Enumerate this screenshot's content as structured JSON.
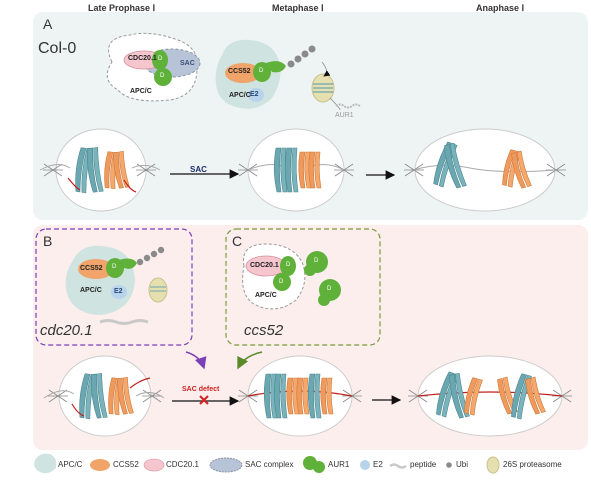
{
  "phases": [
    "Late Prophase Ⅰ",
    "Metaphase Ⅰ",
    "Anaphase Ⅰ"
  ],
  "panels": {
    "A": {
      "letter": "A",
      "genotype": "Col-0"
    },
    "B": {
      "letter": "B",
      "genotype": "cdc20.1"
    },
    "C": {
      "letter": "C",
      "genotype": "ccs52"
    }
  },
  "complex_labels": {
    "cdc20": "CDC20.1",
    "sac": "SAC",
    "apc": "APC/C",
    "ccs52": "CCS52",
    "d": "D",
    "e2": "E2",
    "aur1": "AUR1"
  },
  "arrows": {
    "sac": "SAC",
    "sac_defect": "SAC defect"
  },
  "legend": [
    {
      "label": "APC/C",
      "color": "#cfe4e0"
    },
    {
      "label": "CCS52",
      "color": "#f0a46a"
    },
    {
      "label": "CDC20.1",
      "color": "#f6c6cf"
    },
    {
      "label": "SAC complex",
      "color": "#b7c3d6"
    },
    {
      "label": "AUR1",
      "color": "#5fb13a"
    },
    {
      "label": "E2",
      "color": "#b8d3ec"
    },
    {
      "label": "peptide",
      "color": "#cccccc"
    },
    {
      "label": "Ubi",
      "color": "#8a8a8a"
    },
    {
      "label": "26S proteasome",
      "color": "#e6e0b0"
    }
  ]
}
